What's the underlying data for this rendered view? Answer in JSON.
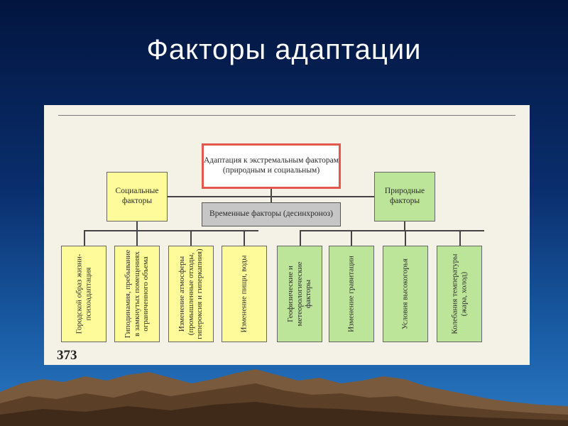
{
  "slide": {
    "title": "Факторы адаптации"
  },
  "diagram": {
    "root": "Адаптация к экстремальным факторам (природным и социальным)",
    "social": "Социальные факторы",
    "natural": "Природные факторы",
    "temporal": "Временные факторы (десинхроноз)",
    "social_items": [
      "Городской образ жизни-психоадаптация",
      "Гиподинамия, пребывание в замкнутых помещениях ограниченного объема",
      "Изменение атмосферы (промышленные отходы, гипероксия и гиперкапния)",
      "Изменение пищи, воды"
    ],
    "natural_items": [
      "Геофизические и метеорологические факторы",
      "Изменение гравитации",
      "Условия высокогорья",
      "Колебания температуры (жара, холод)"
    ],
    "page_number": "373"
  }
}
